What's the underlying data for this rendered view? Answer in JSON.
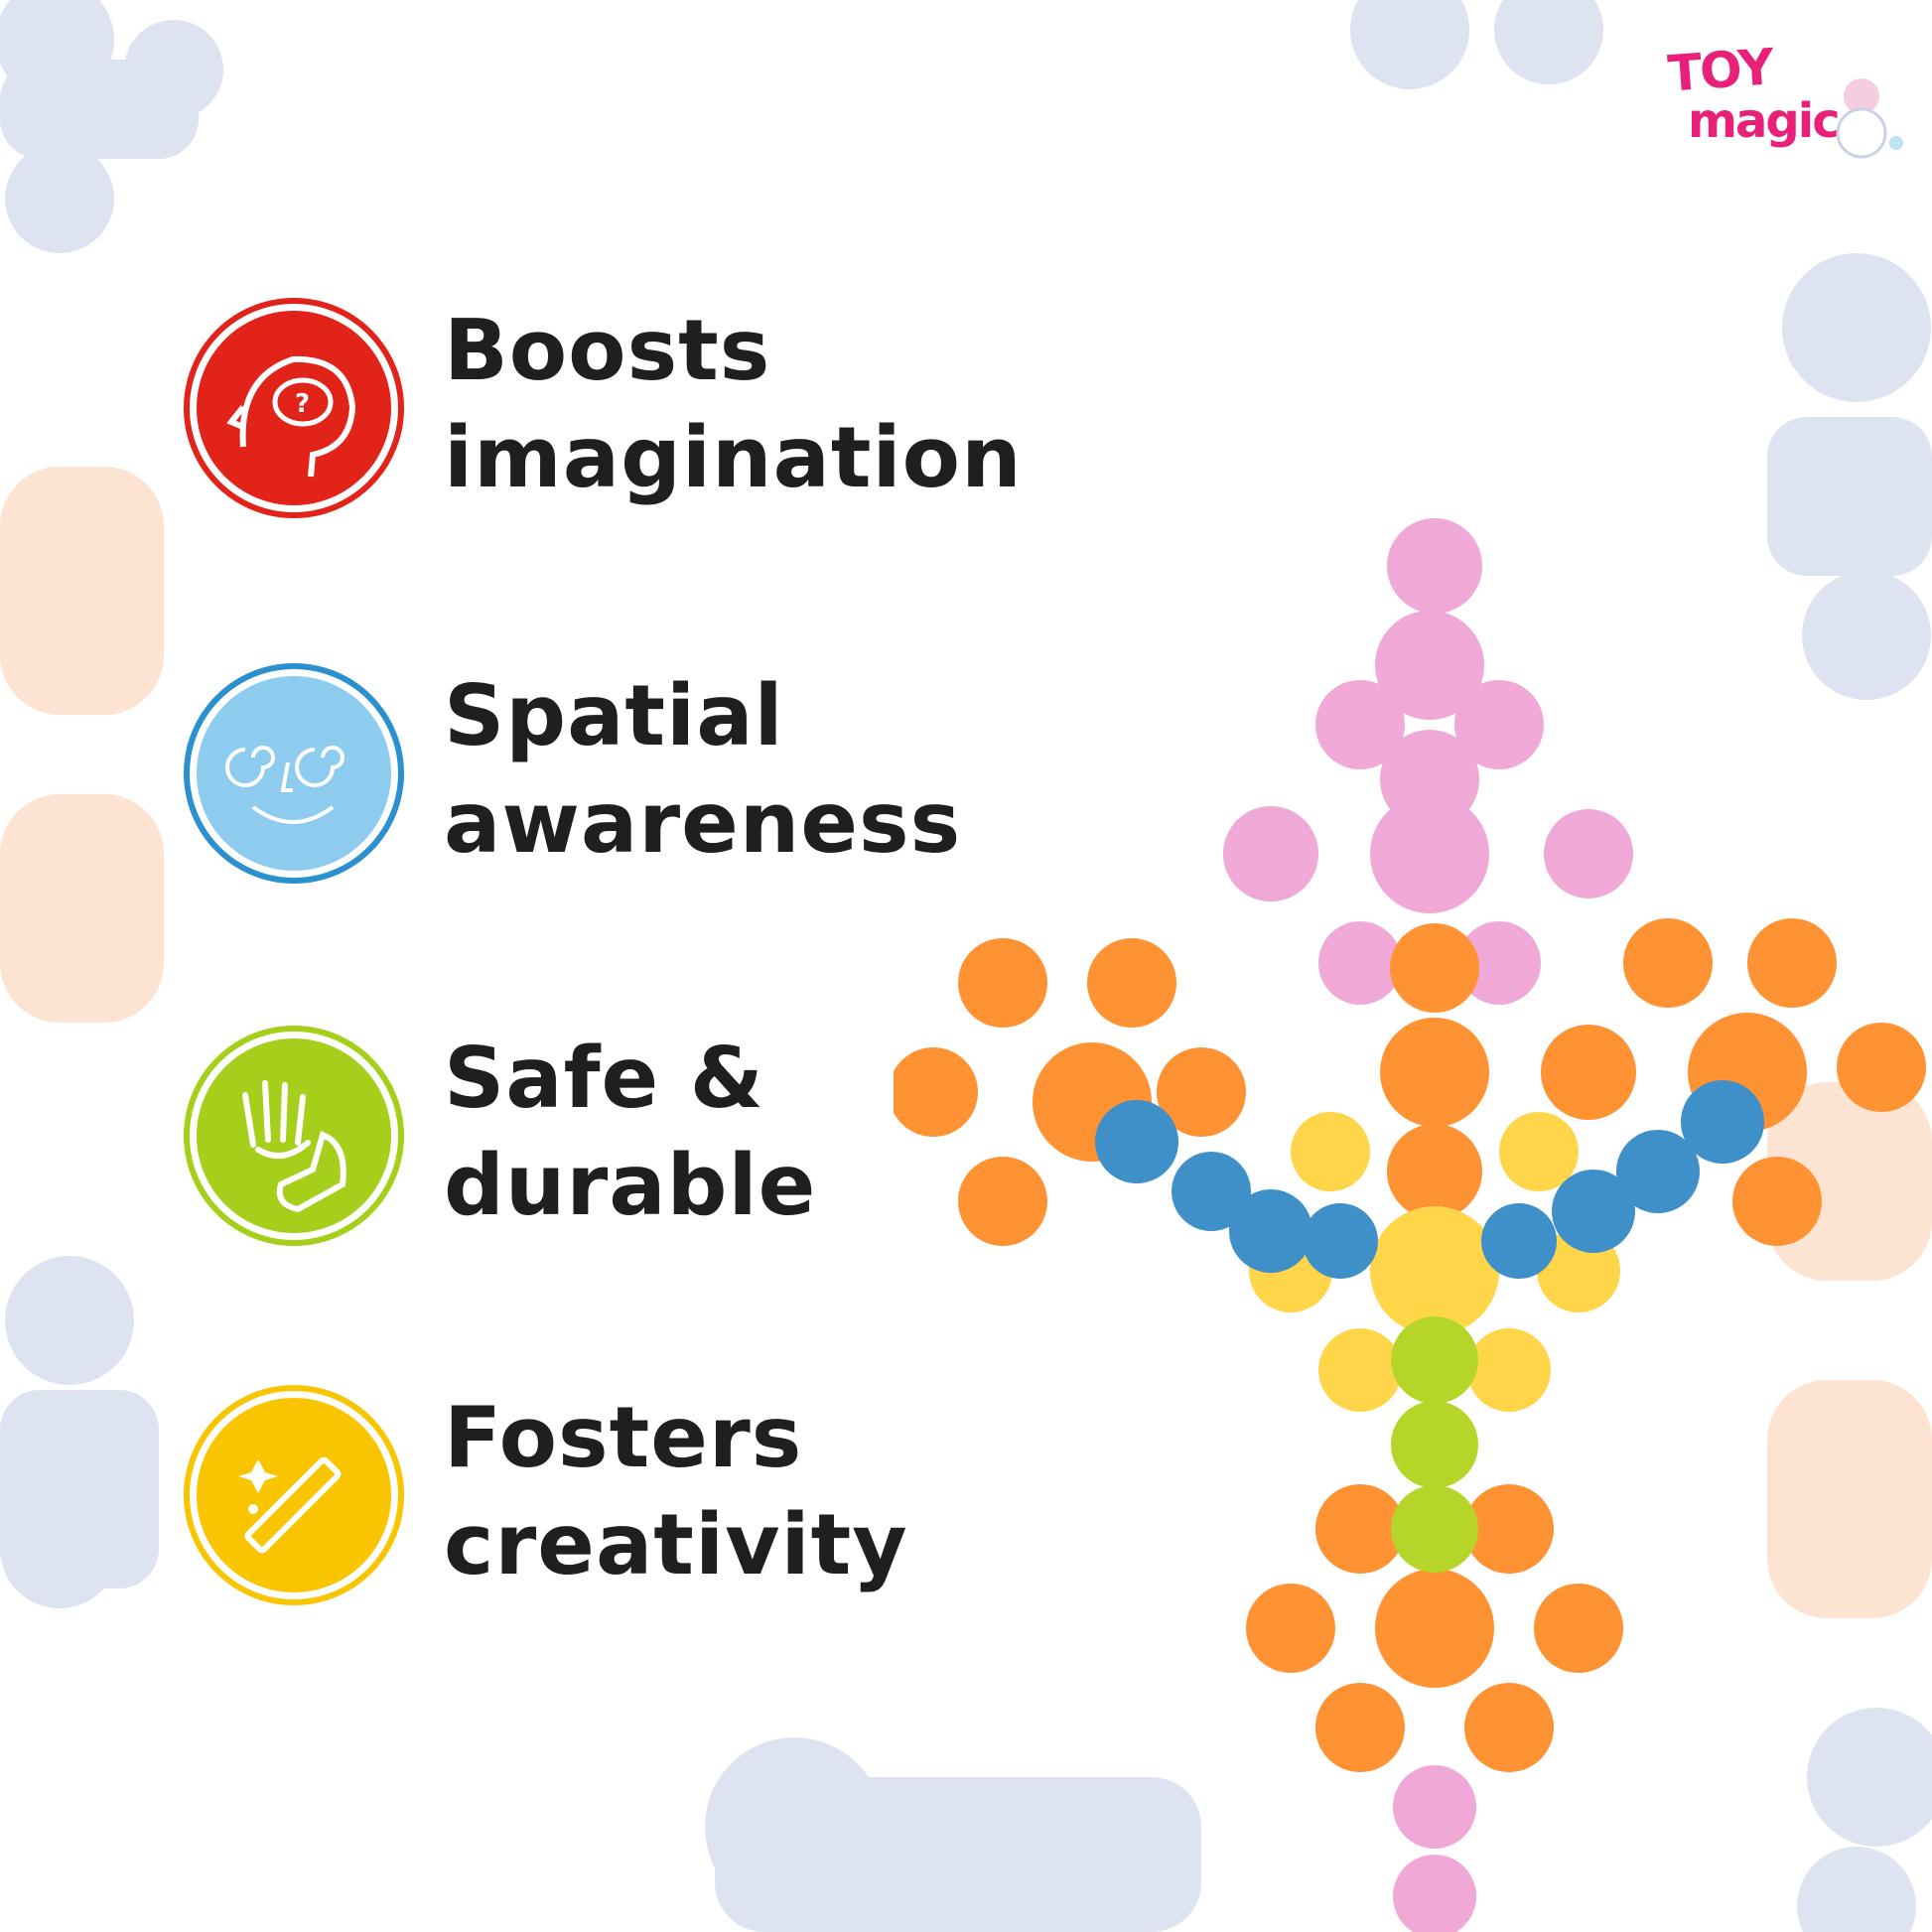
{
  "brand": {
    "logo_line1": "TOY",
    "logo_line2": "magic",
    "color_pink": "#e8207a"
  },
  "features": [
    {
      "line1": "Boosts",
      "line2": "imagination",
      "icon": "head-thinking-icon",
      "color": "#e2231a"
    },
    {
      "line1": "Spatial",
      "line2": "awareness",
      "icon": "dizzy-face-icon",
      "color": "#7cc3ec"
    },
    {
      "line1": "Safe &",
      "line2": "durable",
      "icon": "hand-and-foot-icon",
      "color": "#a6cf1b"
    },
    {
      "line1": "Fosters",
      "line2": "creativity",
      "icon": "magic-wand-icon",
      "color": "#f9c500"
    }
  ],
  "colors": {
    "text": "#1f1f1f",
    "piece_blue_pale": "#dde3f0",
    "piece_peach_pale": "#fde3d1",
    "piece_pink": "#f0a8d6",
    "piece_orange": "#ff9233",
    "piece_blue": "#3f8fc8",
    "piece_yellow": "#ffd54a",
    "piece_green": "#b5d629"
  }
}
